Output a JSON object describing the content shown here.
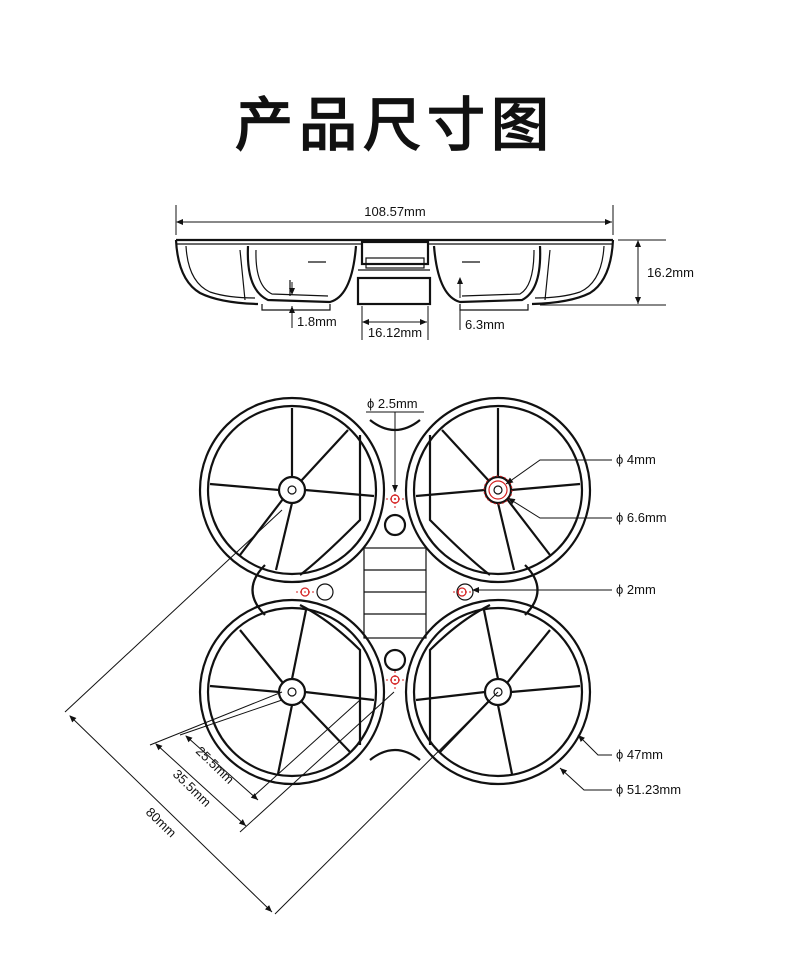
{
  "title": "产品尺寸图",
  "side_view": {
    "width_label": "108.57mm",
    "height_label": "16.2mm",
    "left_thickness_label": "1.8mm",
    "center_width_label": "16.12mm",
    "right_offset_label": "6.3mm"
  },
  "top_view": {
    "hole_top_label": "ϕ 2.5mm",
    "hole_small_label": "ϕ 4mm",
    "hole_large_label": "ϕ 6.6mm",
    "hole_side_label": "ϕ 2mm",
    "prop_inner_label": "ϕ 47mm",
    "prop_outer_label": "ϕ 51.23mm",
    "diag_small_label": "25.5mm",
    "diag_mid_label": "35.5mm",
    "diag_large_label": "80mm"
  },
  "colors": {
    "line": "#111111",
    "accent_red": "#d42020"
  }
}
